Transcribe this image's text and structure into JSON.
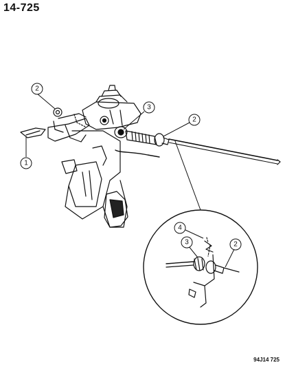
{
  "header": {
    "page_number": "14-725"
  },
  "footer": {
    "figure_code": "94J14 725"
  },
  "callouts": [
    {
      "id": "callout-1",
      "label": "1"
    },
    {
      "id": "callout-2-upper-left",
      "label": "2"
    },
    {
      "id": "callout-3-upper",
      "label": "3"
    },
    {
      "id": "callout-2-upper-right",
      "label": "2"
    },
    {
      "id": "callout-4-detail",
      "label": "4"
    },
    {
      "id": "callout-3-detail",
      "label": "3"
    },
    {
      "id": "callout-2-detail",
      "label": "2"
    }
  ]
}
